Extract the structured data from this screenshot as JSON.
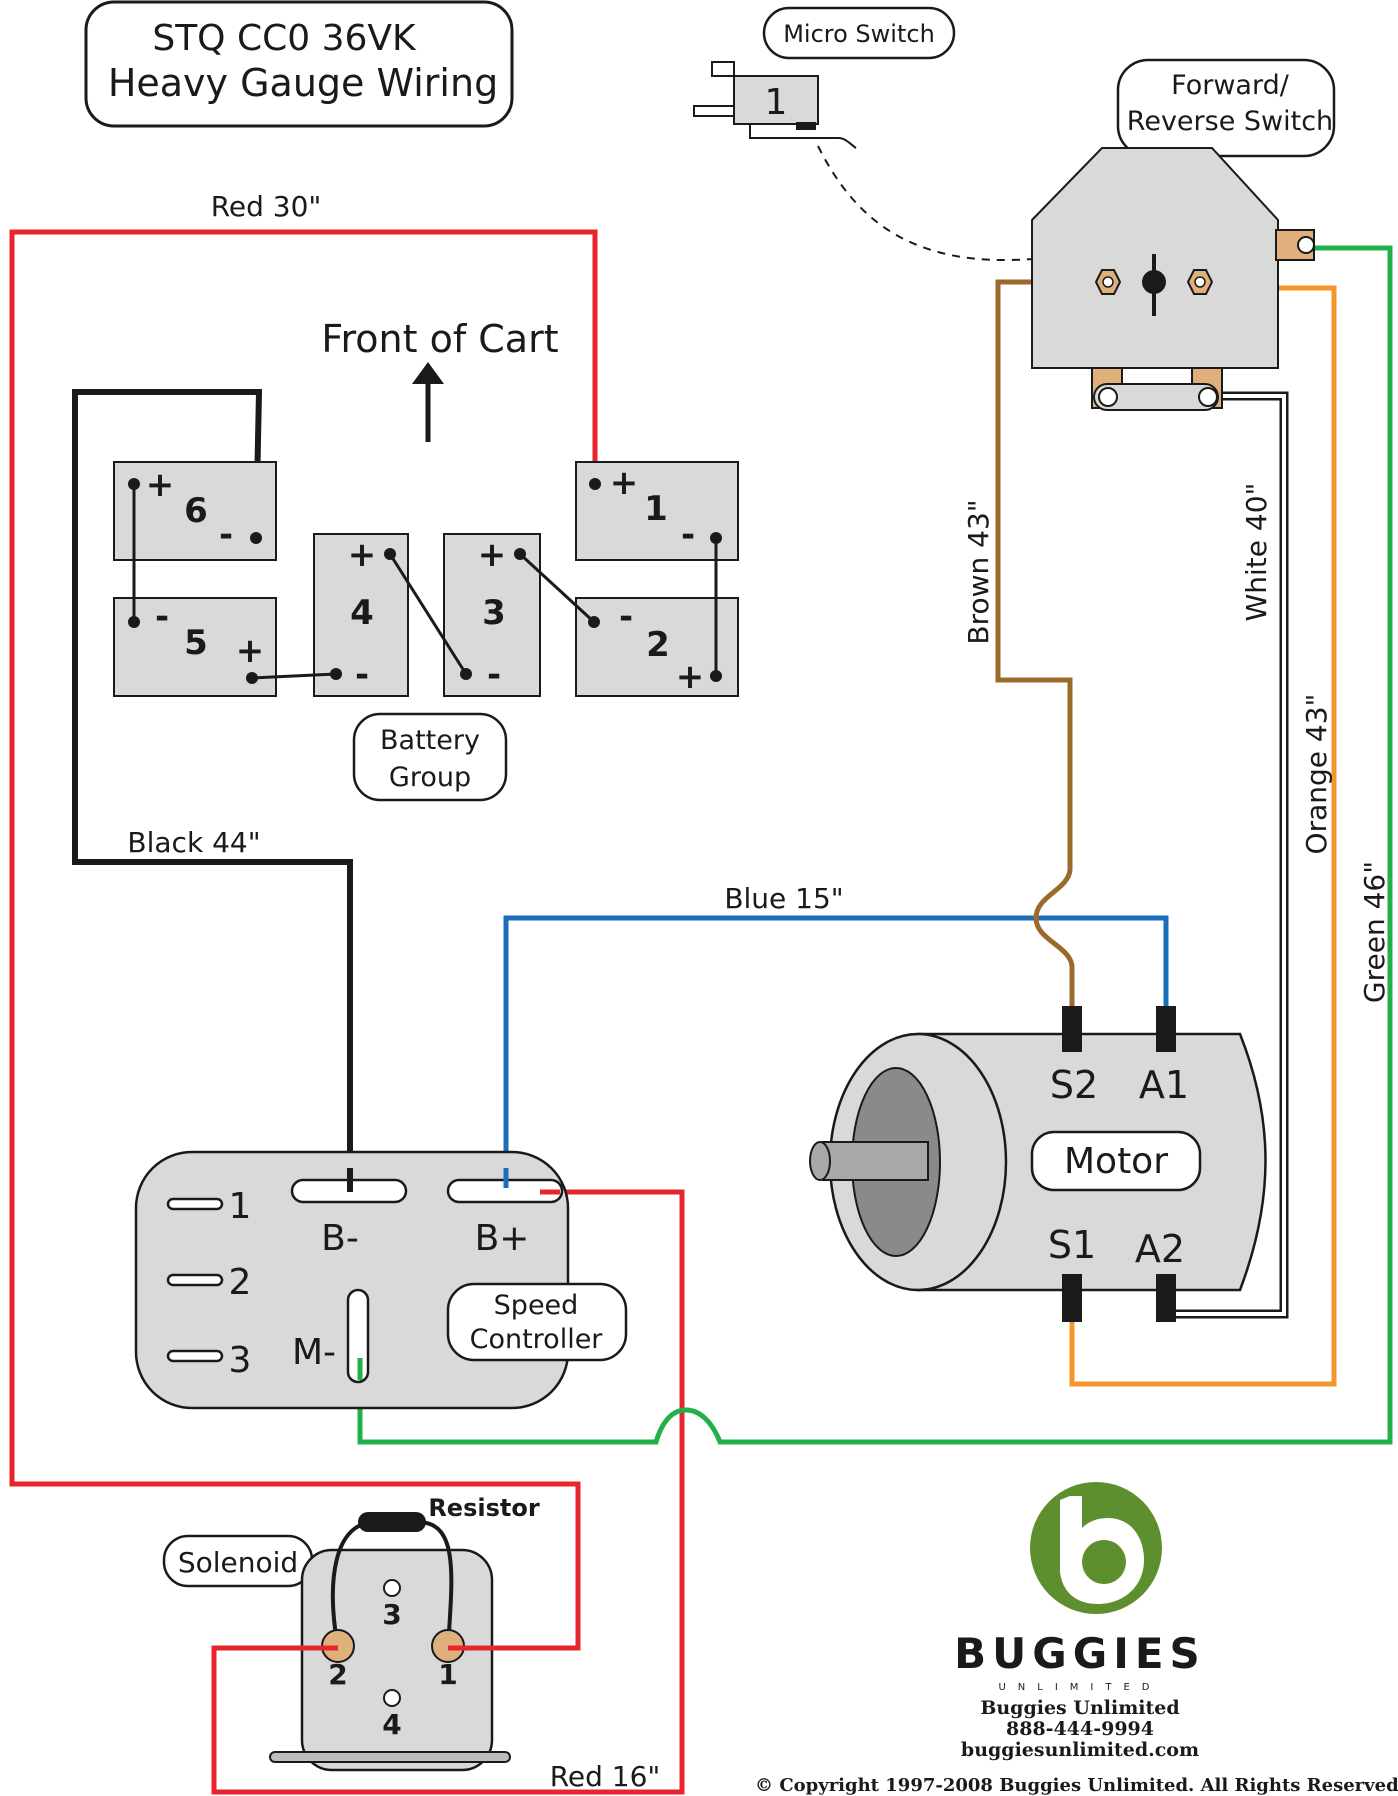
{
  "title": {
    "line1": "STQ CC0 36VK",
    "line2": "Heavy Gauge Wiring"
  },
  "micro_switch": {
    "label": "Micro Switch",
    "number": "1"
  },
  "fr_switch": {
    "label_line1": "Forward/",
    "label_line2": "Reverse Switch"
  },
  "front_of_cart": "Front of Cart",
  "battery_group": {
    "label_line1": "Battery",
    "label_line2": "Group",
    "batteries": [
      {
        "number": "1",
        "pos": "+",
        "neg": "-"
      },
      {
        "number": "2",
        "pos": "+",
        "neg": "-"
      },
      {
        "number": "3",
        "pos": "+",
        "neg": "-"
      },
      {
        "number": "4",
        "pos": "+",
        "neg": "-"
      },
      {
        "number": "5",
        "pos": "+",
        "neg": "-"
      },
      {
        "number": "6",
        "pos": "+",
        "neg": "-"
      }
    ]
  },
  "wires": {
    "red30": "Red 30\"",
    "black44": "Black 44\"",
    "blue15": "Blue 15\"",
    "brown43": "Brown 43\"",
    "white40": "White 40\"",
    "orange43": "Orange 43\"",
    "green46": "Green 46\"",
    "red16": "Red 16\""
  },
  "motor": {
    "label": "Motor",
    "s2": "S2",
    "a1": "A1",
    "s1": "S1",
    "a2": "A2"
  },
  "controller": {
    "label_line1": "Speed",
    "label_line2": "Controller",
    "b_minus": "B-",
    "b_plus": "B+",
    "m_minus": "M-",
    "pins": [
      "1",
      "2",
      "3"
    ]
  },
  "solenoid": {
    "label": "Solenoid",
    "resistor": "Resistor",
    "terminals": [
      "1",
      "2",
      "3",
      "4"
    ]
  },
  "brand": {
    "logo_text": "BUGGIES",
    "logo_sub": "UNLIMITED",
    "name": "Buggies Unlimited",
    "phone": "888-444-9994",
    "website": "buggiesunlimited.com",
    "copyright": "© Copyright 1997-2008 Buggies Unlimited. All Rights Reserved."
  },
  "colors": {
    "red": "#e8242c",
    "black": "#1a1a1a",
    "blue": "#1b6fb8",
    "brown": "#9a6a2a",
    "orange": "#f4962a",
    "green": "#22b04b",
    "component_gray": "#d9d9d9",
    "logo_green": "#5e8f2e"
  }
}
